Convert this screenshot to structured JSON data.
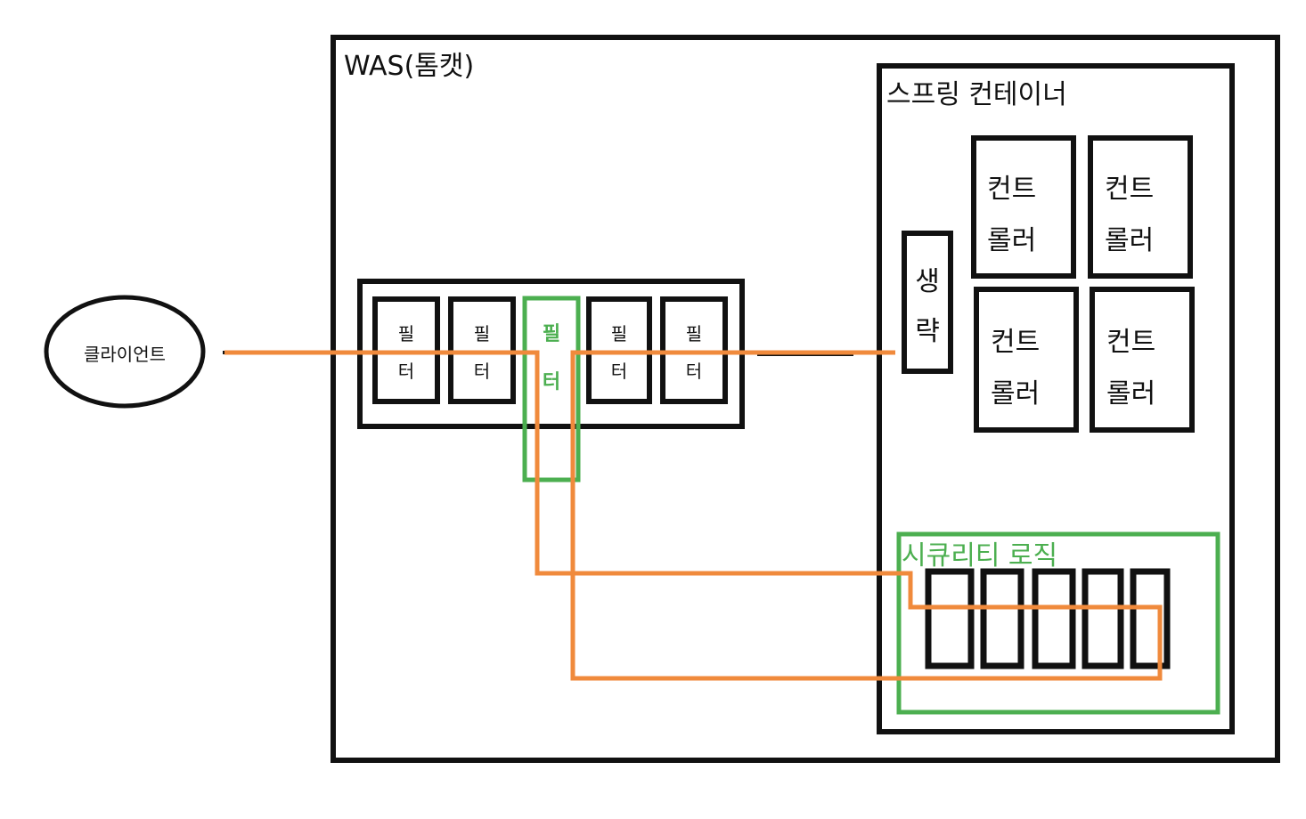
{
  "labels": {
    "was": "WAS(톰캣)",
    "spring_container": "스프링 컨테이너",
    "client": "클라이언트",
    "omitted": [
      "생",
      "략"
    ],
    "security_logic": "시큐리티 로직"
  },
  "filters": [
    {
      "top": "필",
      "bottom": "터",
      "highlight": false
    },
    {
      "top": "필",
      "bottom": "터",
      "highlight": false
    },
    {
      "top": "필",
      "bottom": "터",
      "highlight": true
    },
    {
      "top": "필",
      "bottom": "터",
      "highlight": false
    },
    {
      "top": "필",
      "bottom": "터",
      "highlight": false
    }
  ],
  "controllers": [
    {
      "line1": "컨트",
      "line2": "롤러"
    },
    {
      "line1": "컨트",
      "line2": "롤러"
    },
    {
      "line1": "컨트",
      "line2": "롤러"
    },
    {
      "line1": "컨트",
      "line2": "롤러"
    }
  ],
  "security_boxes": 5,
  "colors": {
    "stroke": "#111111",
    "highlight": "#4caf50",
    "flow": "#f08a3c"
  }
}
